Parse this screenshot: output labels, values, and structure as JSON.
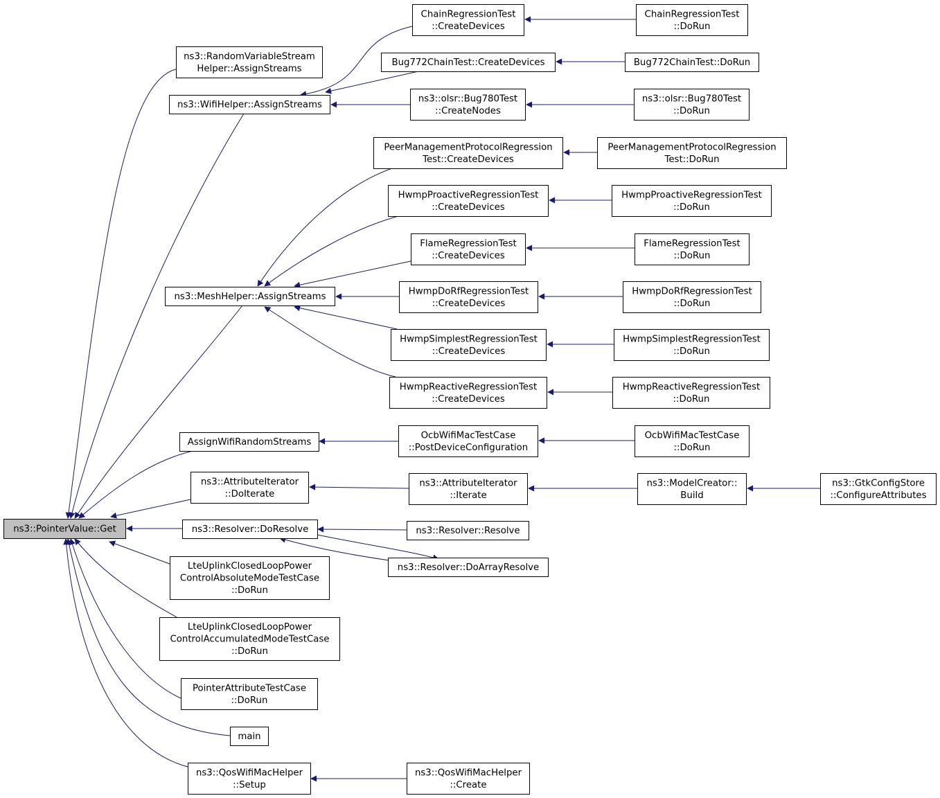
{
  "nodes": [
    {
      "id": "get",
      "lines": [
        "ns3::PointerValue::Get"
      ]
    },
    {
      "id": "rvs",
      "lines": [
        "ns3::RandomVariableStream",
        "Helper::AssignStreams"
      ]
    },
    {
      "id": "wifi",
      "lines": [
        "ns3::WifiHelper::AssignStreams"
      ]
    },
    {
      "id": "mesh",
      "lines": [
        "ns3::MeshHelper::AssignStreams"
      ]
    },
    {
      "id": "awrs",
      "lines": [
        "AssignWifiRandomStreams"
      ]
    },
    {
      "id": "aidi",
      "lines": [
        "ns3::AttributeIterator",
        "::DoIterate"
      ]
    },
    {
      "id": "rdr",
      "lines": [
        "ns3::Resolver::DoResolve"
      ]
    },
    {
      "id": "lteabs",
      "lines": [
        "LteUplinkClosedLoopPower",
        "ControlAbsoluteModeTestCase",
        "::DoRun"
      ]
    },
    {
      "id": "lteacc",
      "lines": [
        "LteUplinkClosedLoopPower",
        "ControlAccumulatedModeTestCase",
        "::DoRun"
      ]
    },
    {
      "id": "patc",
      "lines": [
        "PointerAttributeTestCase",
        "::DoRun"
      ]
    },
    {
      "id": "main",
      "lines": [
        "main"
      ]
    },
    {
      "id": "qoss",
      "lines": [
        "ns3::QosWifiMacHelper",
        "::Setup"
      ]
    },
    {
      "id": "crtcd",
      "lines": [
        "ChainRegressionTest",
        "::CreateDevices"
      ]
    },
    {
      "id": "b772cd",
      "lines": [
        "Bug772ChainTest::CreateDevices"
      ]
    },
    {
      "id": "b780cn",
      "lines": [
        "ns3::olsr::Bug780Test",
        "::CreateNodes"
      ]
    },
    {
      "id": "pmcd",
      "lines": [
        "PeerManagementProtocolRegression",
        "Test::CreateDevices"
      ]
    },
    {
      "id": "hpcd",
      "lines": [
        "HwmpProactiveRegressionTest",
        "::CreateDevices"
      ]
    },
    {
      "id": "flcd",
      "lines": [
        "FlameRegressionTest",
        "::CreateDevices"
      ]
    },
    {
      "id": "hdcd",
      "lines": [
        "HwmpDoRfRegressionTest",
        "::CreateDevices"
      ]
    },
    {
      "id": "hscd",
      "lines": [
        "HwmpSimplestRegressionTest",
        "::CreateDevices"
      ]
    },
    {
      "id": "hrcd",
      "lines": [
        "HwmpReactiveRegressionTest",
        "::CreateDevices"
      ]
    },
    {
      "id": "ocbpdc",
      "lines": [
        "OcbWifiMacTestCase",
        "::PostDeviceConfiguration"
      ]
    },
    {
      "id": "aiit",
      "lines": [
        "ns3::AttributeIterator",
        "::Iterate"
      ]
    },
    {
      "id": "rres",
      "lines": [
        "ns3::Resolver::Resolve"
      ]
    },
    {
      "id": "rdar",
      "lines": [
        "ns3::Resolver::DoArrayResolve"
      ]
    },
    {
      "id": "qosc",
      "lines": [
        "ns3::QosWifiMacHelper",
        "::Create"
      ]
    },
    {
      "id": "crtdr",
      "lines": [
        "ChainRegressionTest",
        "::DoRun"
      ]
    },
    {
      "id": "b772dr",
      "lines": [
        "Bug772ChainTest::DoRun"
      ]
    },
    {
      "id": "b780dr",
      "lines": [
        "ns3::olsr::Bug780Test",
        "::DoRun"
      ]
    },
    {
      "id": "pmdr",
      "lines": [
        "PeerManagementProtocolRegression",
        "Test::DoRun"
      ]
    },
    {
      "id": "hpdr",
      "lines": [
        "HwmpProactiveRegressionTest",
        "::DoRun"
      ]
    },
    {
      "id": "fldr",
      "lines": [
        "FlameRegressionTest",
        "::DoRun"
      ]
    },
    {
      "id": "hddr",
      "lines": [
        "HwmpDoRfRegressionTest",
        "::DoRun"
      ]
    },
    {
      "id": "hsdr",
      "lines": [
        "HwmpSimplestRegressionTest",
        "::DoRun"
      ]
    },
    {
      "id": "hrdr",
      "lines": [
        "HwmpReactiveRegressionTest",
        "::DoRun"
      ]
    },
    {
      "id": "ocbdr",
      "lines": [
        "OcbWifiMacTestCase",
        "::DoRun"
      ]
    },
    {
      "id": "mcb",
      "lines": [
        "ns3::ModelCreator::",
        "Build"
      ]
    },
    {
      "id": "gtkca",
      "lines": [
        "ns3::GtkConfigStore",
        "::ConfigureAttributes"
      ]
    }
  ],
  "edges": [
    {
      "from": "rvs",
      "to": "get"
    },
    {
      "from": "wifi",
      "to": "get"
    },
    {
      "from": "mesh",
      "to": "get"
    },
    {
      "from": "awrs",
      "to": "get"
    },
    {
      "from": "aidi",
      "to": "get"
    },
    {
      "from": "rdr",
      "to": "get"
    },
    {
      "from": "lteabs",
      "to": "get"
    },
    {
      "from": "lteacc",
      "to": "get"
    },
    {
      "from": "patc",
      "to": "get"
    },
    {
      "from": "main",
      "to": "get"
    },
    {
      "from": "qoss",
      "to": "get"
    },
    {
      "from": "crtcd",
      "to": "wifi"
    },
    {
      "from": "b772cd",
      "to": "wifi"
    },
    {
      "from": "b780cn",
      "to": "wifi"
    },
    {
      "from": "pmcd",
      "to": "mesh"
    },
    {
      "from": "hpcd",
      "to": "mesh"
    },
    {
      "from": "flcd",
      "to": "mesh"
    },
    {
      "from": "hdcd",
      "to": "mesh"
    },
    {
      "from": "hscd",
      "to": "mesh"
    },
    {
      "from": "hrcd",
      "to": "mesh"
    },
    {
      "from": "ocbpdc",
      "to": "awrs"
    },
    {
      "from": "aiit",
      "to": "aidi"
    },
    {
      "from": "rres",
      "to": "rdr"
    },
    {
      "from": "rdar",
      "to": "rdr"
    },
    {
      "from": "rdr",
      "to": "rdar"
    },
    {
      "from": "qosc",
      "to": "qoss"
    },
    {
      "from": "crtdr",
      "to": "crtcd"
    },
    {
      "from": "b772dr",
      "to": "b772cd"
    },
    {
      "from": "b780dr",
      "to": "b780cn"
    },
    {
      "from": "pmdr",
      "to": "pmcd"
    },
    {
      "from": "hpdr",
      "to": "hpcd"
    },
    {
      "from": "fldr",
      "to": "flcd"
    },
    {
      "from": "hddr",
      "to": "hdcd"
    },
    {
      "from": "hsdr",
      "to": "hscd"
    },
    {
      "from": "hrdr",
      "to": "hrcd"
    },
    {
      "from": "ocbdr",
      "to": "ocbpdc"
    },
    {
      "from": "mcb",
      "to": "aiit"
    },
    {
      "from": "gtkca",
      "to": "mcb"
    }
  ]
}
